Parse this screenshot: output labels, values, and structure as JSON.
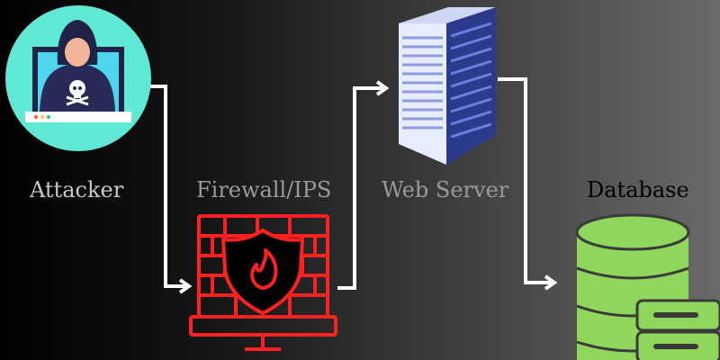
{
  "nodes": {
    "attacker": {
      "label": "Attacker",
      "icon": "hacker-laptop-icon"
    },
    "firewall": {
      "label": "Firewall/IPS",
      "icon": "firewall-shield-icon"
    },
    "server": {
      "label": "Web Server",
      "icon": "server-rack-icon"
    },
    "database": {
      "label": "Database",
      "icon": "database-cylinder-icon"
    }
  },
  "colors": {
    "attacker_circle": "#5fe8d4",
    "firewall": "#ff2020",
    "server_front": "#e8ecff",
    "server_side": "#2c3a8c",
    "database": "#8ed65c",
    "arrows": "#ffffff"
  }
}
